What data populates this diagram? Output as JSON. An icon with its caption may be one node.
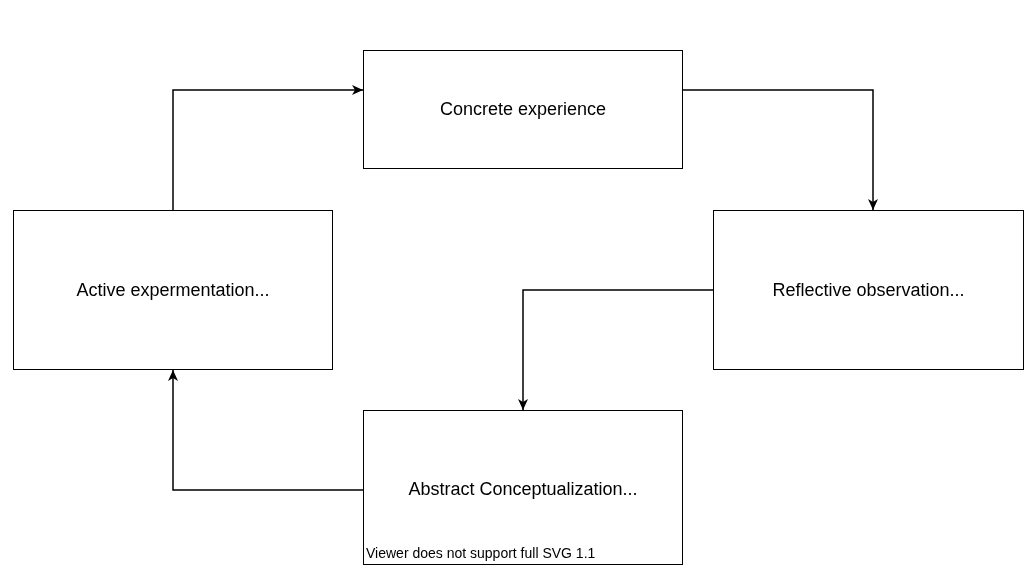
{
  "diagram": {
    "nodes": [
      {
        "text": [
          "Concrete experience"
        ]
      },
      {
        "text": [
          "Reflective observation..."
        ]
      },
      {
        "text": [
          "Abstract Conceptualization..."
        ]
      },
      {
        "text": [
          "Active expermentation..."
        ]
      }
    ],
    "edges": [
      {
        "from": 0,
        "to": 1,
        "arrow": "to"
      },
      {
        "from": 1,
        "to": 2,
        "arrow": "to"
      },
      {
        "from": 2,
        "to": 3,
        "arrow": "to"
      },
      {
        "from": 3,
        "to": 0,
        "arrow": "to"
      }
    ],
    "labels": [
      "Viewer does not support full SVG 1.1"
    ]
  }
}
